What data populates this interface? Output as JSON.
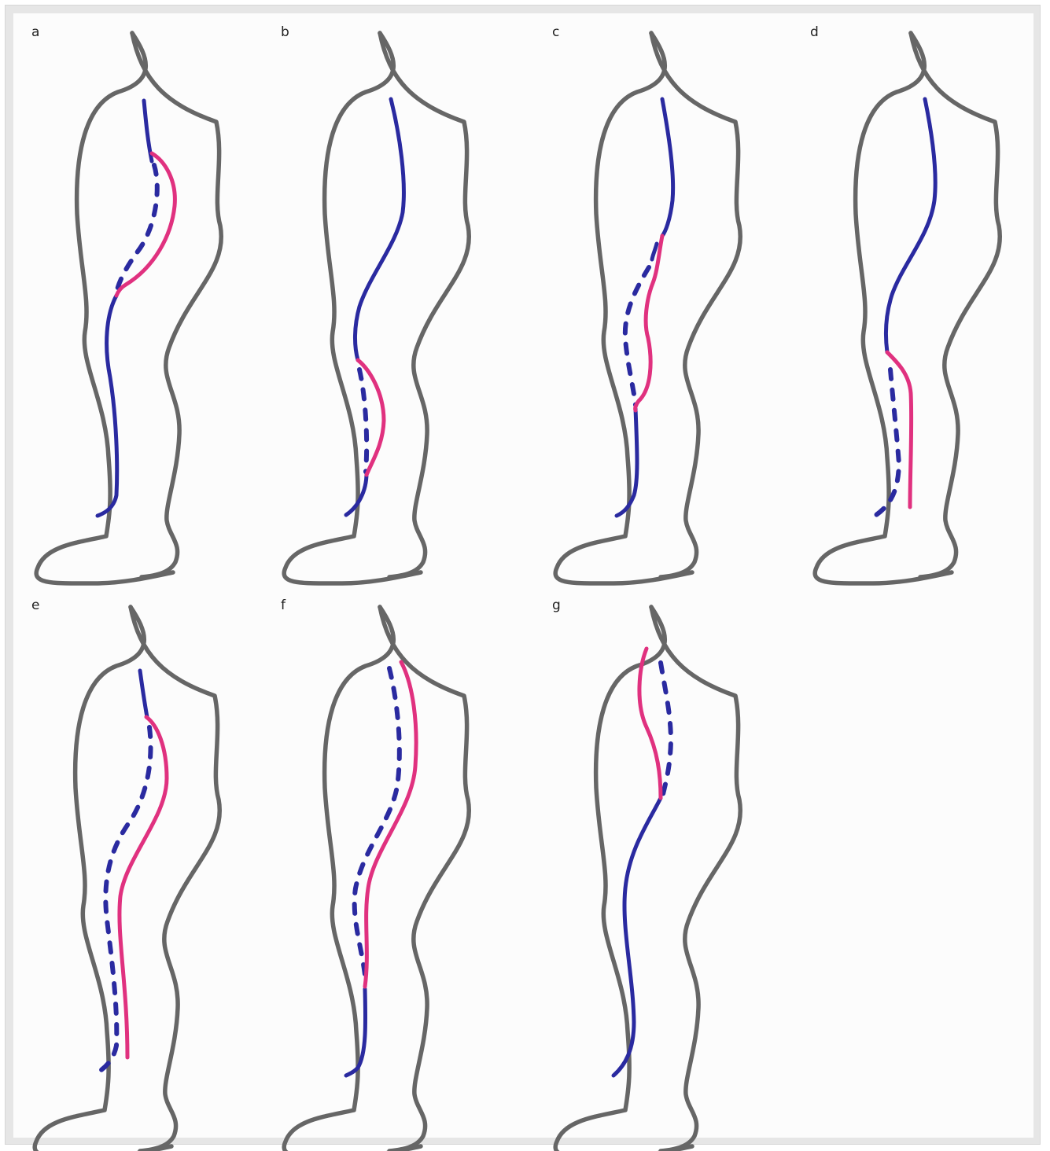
{
  "figure": {
    "colors": {
      "leg_outline": "#666666",
      "vein_blue": "#2a2aa0",
      "highlight_pink": "#e0317f"
    },
    "panels": [
      {
        "id": "a",
        "label": "a"
      },
      {
        "id": "b",
        "label": "b"
      },
      {
        "id": "c",
        "label": "c"
      },
      {
        "id": "d",
        "label": "d"
      },
      {
        "id": "e",
        "label": "e"
      },
      {
        "id": "f",
        "label": "f"
      },
      {
        "id": "g",
        "label": "g"
      }
    ]
  }
}
